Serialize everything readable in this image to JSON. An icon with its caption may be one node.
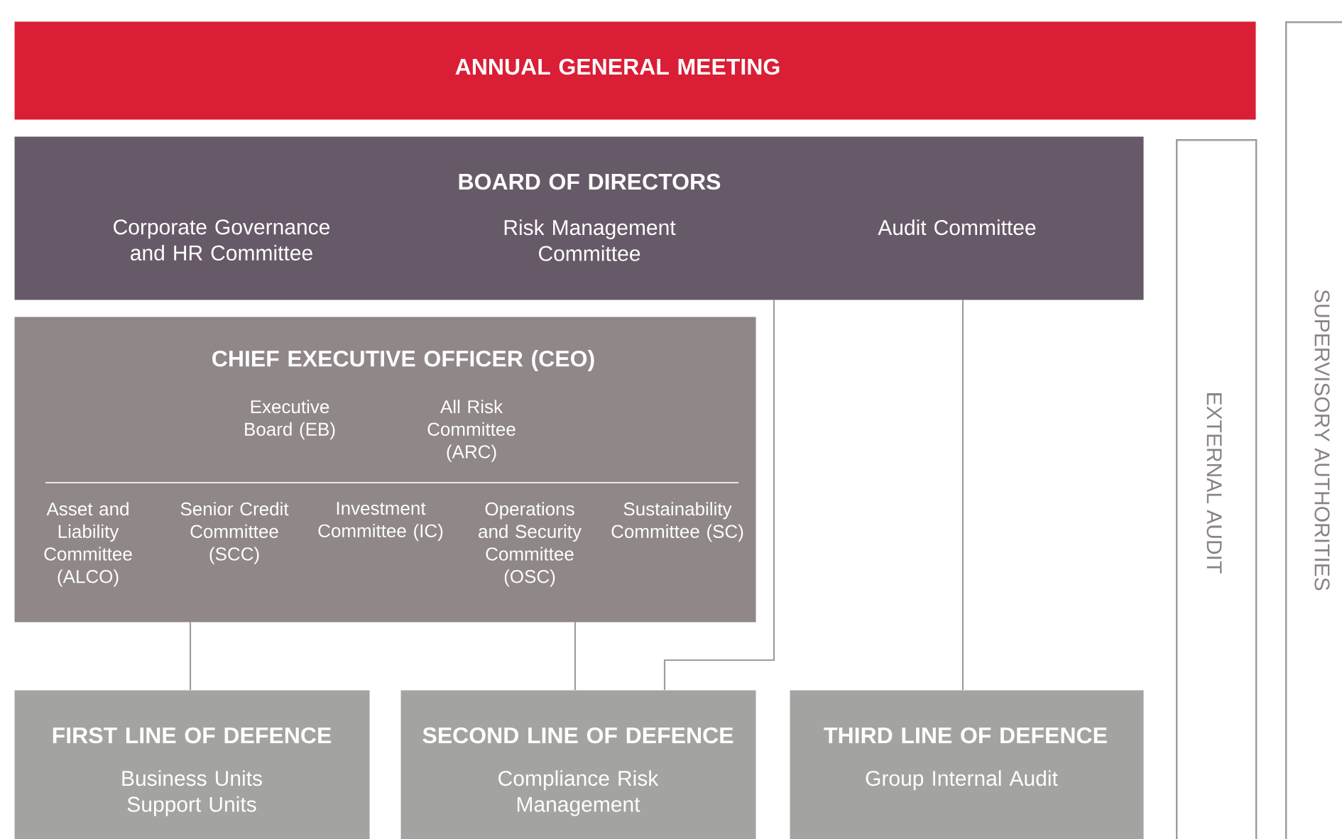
{
  "diagram": {
    "nodes": [
      {
        "text": [
          "ANNUAL GENERAL MEETING"
        ]
      },
      {
        "text": [
          "BOARD OF DIRECTORS",
          "Corporate Governance and HR Committee",
          "Risk Management Committee",
          "Audit Committee"
        ]
      },
      {
        "text": [
          "CHIEF EXECUTIVE OFFICER (CEO)",
          "Executive Board (EB)",
          "All Risk Committee (ARC)",
          "Asset and Liability Committee (ALCO)",
          "Senior Credit Committee (SCC)",
          "Investment Committee (IC)",
          "Operations and Security Committee (OSC)",
          "Sustainability Committee (SC)"
        ]
      },
      {
        "text": [
          "FIRST LINE OF DEFENCE",
          "Business Units Support Units"
        ]
      },
      {
        "text": [
          "SECOND LINE OF DEFENCE",
          "Compliance Risk Management"
        ]
      },
      {
        "text": [
          "THIRD LINE OF DEFENCE",
          "Group Internal Audit"
        ]
      },
      {
        "text": [
          "EXTERNAL AUDIT"
        ]
      },
      {
        "text": [
          "SUPERVISORY AUTHORITIES"
        ]
      }
    ],
    "edges": [
      {
        "from": 2,
        "to": 3,
        "arrow": "none"
      },
      {
        "from": 2,
        "to": 4,
        "arrow": "none"
      },
      {
        "from": 1,
        "to": 4,
        "arrow": "none"
      },
      {
        "from": 1,
        "to": 5,
        "arrow": "none"
      }
    ]
  }
}
